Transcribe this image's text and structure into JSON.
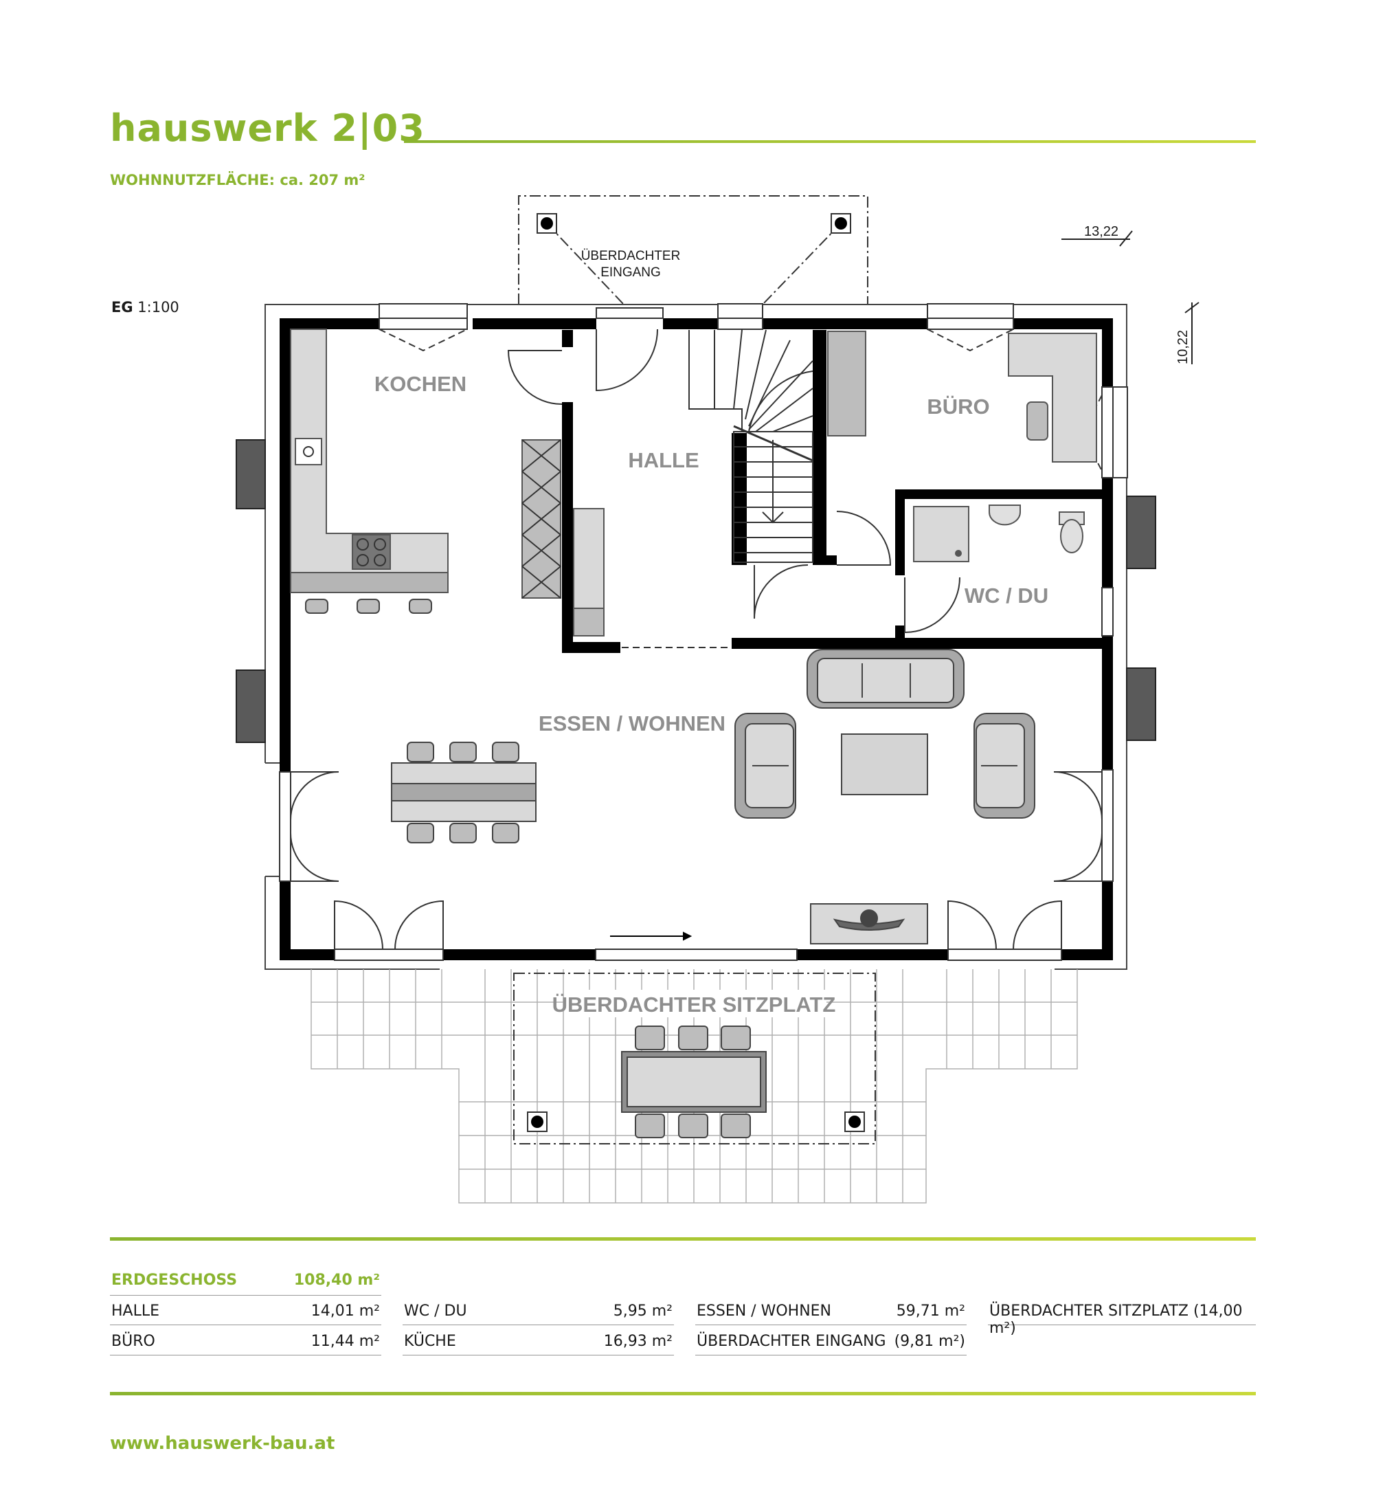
{
  "header": {
    "title": "hauswerk 2|03",
    "subtitle": "WOHNNUTZFLÄCHE: ca. 207 m²",
    "scale_bold": "EG",
    "scale_text": " 1:100"
  },
  "plan": {
    "rooms": {
      "kochen": "KOCHEN",
      "halle": "HALLE",
      "buero": "BÜRO",
      "wc_du": "WC / DU",
      "essen_wohnen": "ESSEN / WOHNEN",
      "sitzplatz": "ÜBERDACHTER SITZPLATZ"
    },
    "entrance_line1": "ÜBERDACHTER",
    "entrance_line2": "EINGANG",
    "dimension_width": "13,22",
    "dimension_depth": "10,22"
  },
  "areas": {
    "floor_label": "ERDGESCHOSS",
    "floor_value": "108,40 m²",
    "columns": [
      [
        {
          "label": "HALLE",
          "value": "14,01 m²"
        },
        {
          "label": "BÜRO",
          "value": "11,44 m²"
        }
      ],
      [
        {
          "label": "WC / DU",
          "value": "5,95 m²"
        },
        {
          "label": "KÜCHE",
          "value": "16,93 m²"
        }
      ],
      [
        {
          "label": "ESSEN / WOHNEN",
          "value": "59,71 m²"
        },
        {
          "label": "ÜBERDACHTER EINGANG",
          "value": "(9,81 m²)"
        }
      ],
      [
        {
          "label": "ÜBERDACHTER SITZPLATZ (14,00 m²)",
          "value": ""
        }
      ]
    ]
  },
  "footer": {
    "url": "www.hauswerk-bau.at"
  },
  "colors": {
    "accent": "#8ab42f",
    "wall": "#000000",
    "furniture": "#d9d9d9",
    "label_gray": "#8e8e8e"
  }
}
